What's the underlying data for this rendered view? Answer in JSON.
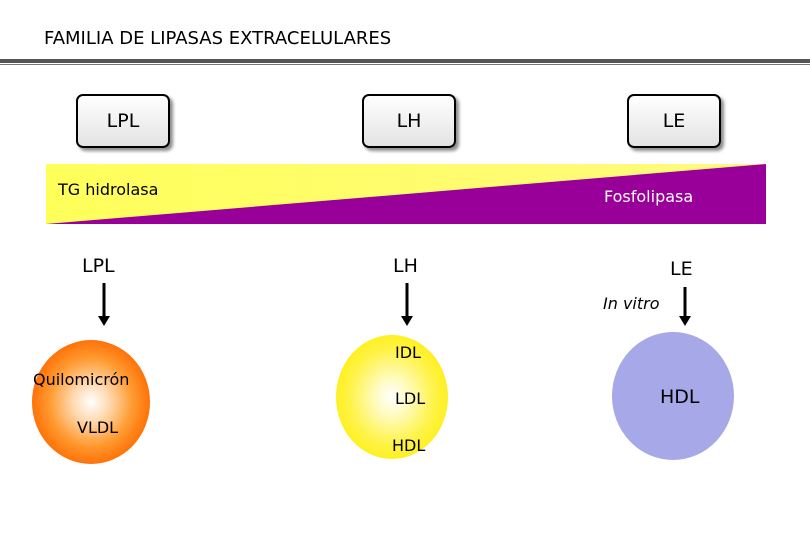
{
  "title": "FAMILIA DE LIPASAS EXTRACELULARES",
  "enzymes": [
    {
      "box_label": "LPL",
      "label": "LPL"
    },
    {
      "box_label": "LH",
      "label": "LH"
    },
    {
      "box_label": "LE",
      "label": "LE"
    }
  ],
  "activity_band": {
    "left_label": "TG hidrolasa",
    "right_label": "Fosfolipasa",
    "left_color": "#ffff5a",
    "right_color": "#990099"
  },
  "le_note": "In vitro",
  "lipoproteins": {
    "lpl": {
      "top": "Quilomicrón",
      "bottom": "VLDL",
      "color": "#ff6a00"
    },
    "lh": {
      "top": "IDL",
      "middle": "LDL",
      "bottom": "HDL",
      "color": "#fff34e"
    },
    "le": {
      "center": "HDL",
      "color": "#a7a8e8"
    }
  }
}
